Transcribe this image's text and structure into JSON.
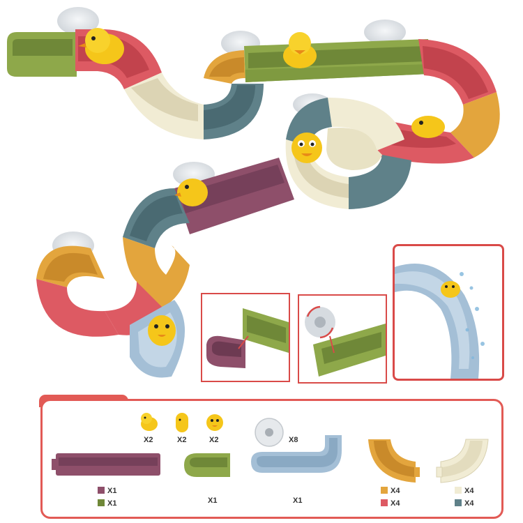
{
  "colors": {
    "olive": "#8ea84a",
    "olive_dark": "#6f8838",
    "red": "#dd5a63",
    "cream": "#f1ecd4",
    "teal": "#5f8189",
    "orange": "#e3a53d",
    "plum": "#8e4f6a",
    "light_blue": "#a4bfd6",
    "duck": "#f5c61a",
    "frame": "#e25a55"
  },
  "parts": {
    "duck_qty_1": "X2",
    "duck_qty_2": "X2",
    "duck_qty_3": "X2",
    "suction_qty": "X8",
    "long_track_qty_plum": "X1",
    "long_track_qty_olive": "X1",
    "end_cap_qty": "X1",
    "slide_qty": "X1",
    "curve_qty_orange": "X4",
    "curve_qty_red": "X4",
    "curve_qty_cream": "X4",
    "curve_qty_teal": "X4"
  }
}
